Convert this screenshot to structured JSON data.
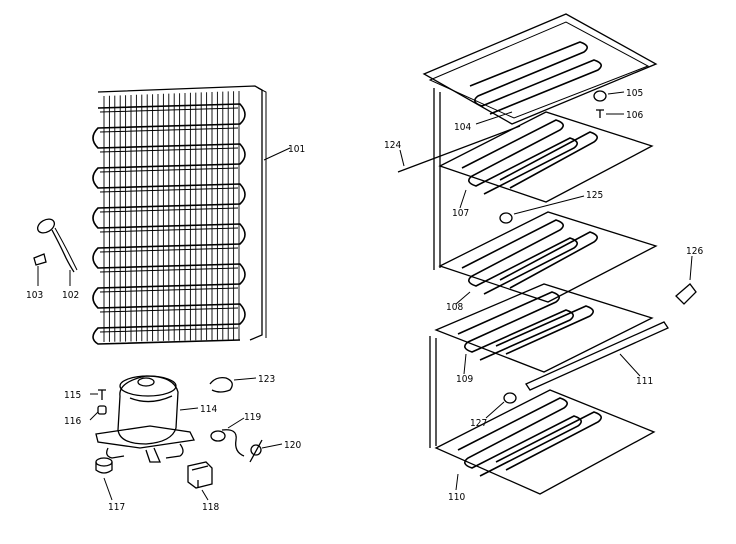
{
  "labels": {
    "p101": "101",
    "p102": "102",
    "p103": "103",
    "p104": "104",
    "p105": "105",
    "p106": "106",
    "p107": "107",
    "p108": "108",
    "p109": "109",
    "p110": "110",
    "p111": "111",
    "p114": "114",
    "p115": "115",
    "p116": "116",
    "p117": "117",
    "p118": "118",
    "p119": "119",
    "p120": "120",
    "p123": "123",
    "p124": "124",
    "p125": "125",
    "p126": "126",
    "p127": "127"
  },
  "colors": {
    "ink": "#000000",
    "paper": "#ffffff"
  }
}
